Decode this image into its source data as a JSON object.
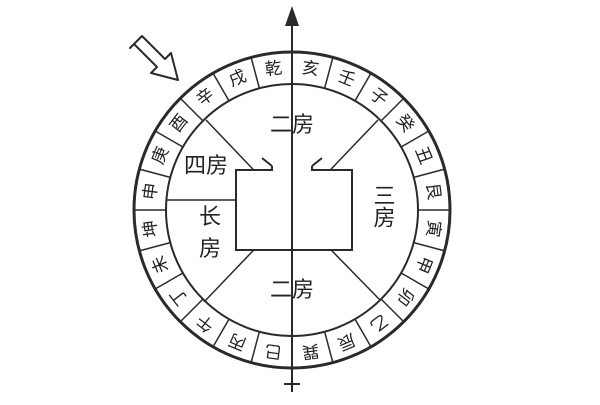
{
  "palette": {
    "ink": "#2a2a2a",
    "paper": "#ffffff"
  },
  "ring_labels": [
    "乾",
    "亥",
    "壬",
    "子",
    "癸",
    "丑",
    "艮",
    "寅",
    "甲",
    "卯",
    "乙",
    "辰",
    "巽",
    "巳",
    "丙",
    "午",
    "丁",
    "未",
    "坤",
    "申",
    "庚",
    "酉",
    "辛",
    "戌"
  ],
  "rooms": {
    "top": "二房",
    "right": "三房",
    "bottom": "二房",
    "upper_left": "四房",
    "left_line1": "长",
    "left_line2": "房"
  },
  "icons": {
    "pointer": "arrow-pointer-icon"
  }
}
